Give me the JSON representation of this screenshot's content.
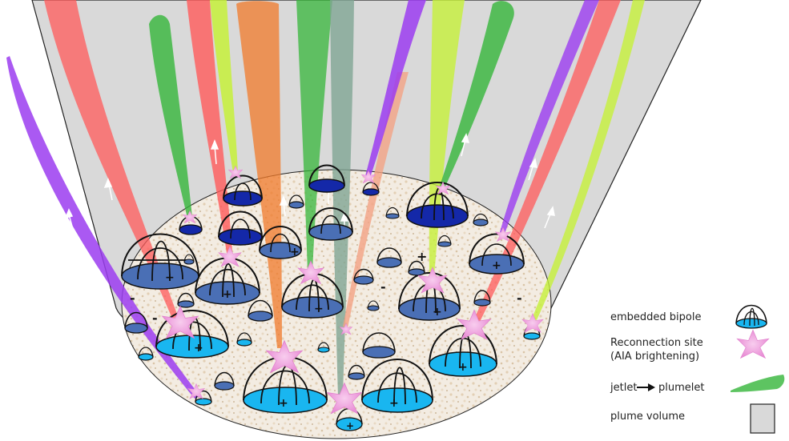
{
  "legend": {
    "bipole_label": "embedded bipole",
    "reconnection_label_line1": "Reconnection site",
    "reconnection_label_line2": "(AIA brightening)",
    "jetlet_word": "jetlet",
    "plumelet_word": "plumelet",
    "plume_label": "plume volume"
  },
  "symbols": {
    "plus": "+",
    "minus": "-"
  },
  "colors": {
    "plume_fill": "#d9d9d9",
    "base_fill": "#f3ece2",
    "bipole_dark": "#1428a8",
    "bipole_mid": "#4a6fb5",
    "bipole_cyan": "#19b6f0",
    "reconnection": "#f0a8e0",
    "jet_red": "#ff5a5a",
    "jet_green": "#35b53a",
    "jet_lime": "#c6f03a",
    "jet_purple": "#9b3cf0",
    "jet_orange": "#f07a2a",
    "jet_teal": "#7fa593",
    "jet_salmon": "#f2a285"
  },
  "icons": {
    "bipole": "dome-bipole-icon",
    "reconnection": "star-burst-icon",
    "jetlet": "tapered-jet-icon",
    "plume": "gray-square-icon",
    "arrow": "right-arrow-icon"
  }
}
